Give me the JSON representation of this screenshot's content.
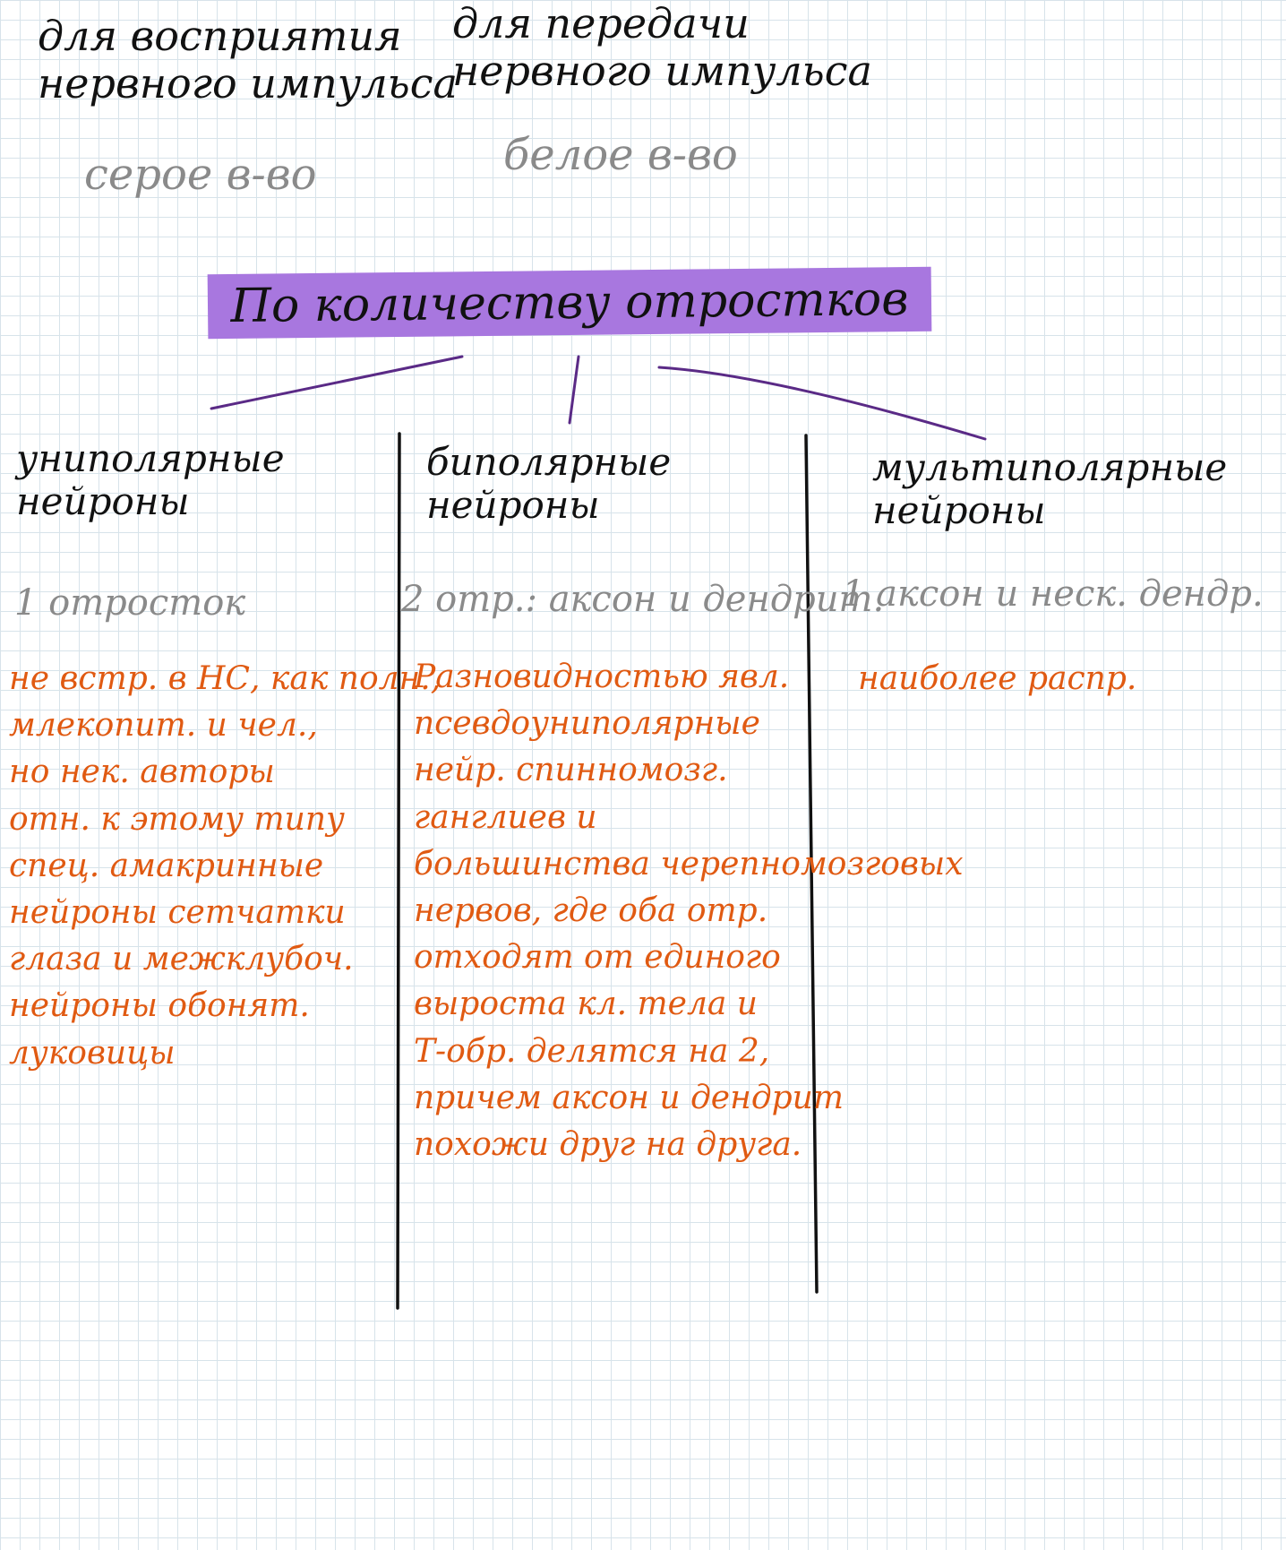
{
  "top": {
    "left_title_lines": [
      "для восприятия",
      "нервного импульса"
    ],
    "right_title_lines": [
      "для передачи",
      "нервного импульса"
    ],
    "left_note": "серое в-во",
    "right_note": "белое в-во"
  },
  "headline": "По количеству отростков",
  "columns": [
    {
      "title_lines": [
        "униполярные",
        "нейроны"
      ],
      "subtitle": "1 отросток",
      "text_lines": [
        "не встр. в НС, как полн.,",
        "млекопит. и чел.,",
        "но нек. авторы",
        "отн. к этому типу",
        "спец. амакринные",
        "нейроны сетчатки",
        "глаза и межклубоч.",
        "нейроны обонят.",
        "луковицы"
      ]
    },
    {
      "title_lines": [
        "биполярные",
        "нейроны"
      ],
      "subtitle": "2 отр.: аксон и дендрит.",
      "text_lines": [
        "Разновидностью явл.",
        "псевдоуниполярные",
        "нейр. спинномозг.",
        "ганглиев и",
        "большинства черепномозговых",
        "нервов, где оба отр.",
        "отходят от единого",
        "выроста кл. тела и",
        "Т-обр. делятся на 2,",
        "причем аксон и дендрит",
        "похожи друг на друга."
      ]
    },
    {
      "title_lines": [
        "мультиполярные",
        "нейроны"
      ],
      "subtitle": "1 аксон и неск. дендр.",
      "text_lines": [
        "наиболее распр."
      ]
    }
  ],
  "colors": {
    "highlight": "#a877df",
    "ink_main": "#111111",
    "ink_note": "#8a8a8a",
    "ink_detail": "#e05a12",
    "connector": "#5a2a86",
    "grid": "#d7e3ea"
  }
}
